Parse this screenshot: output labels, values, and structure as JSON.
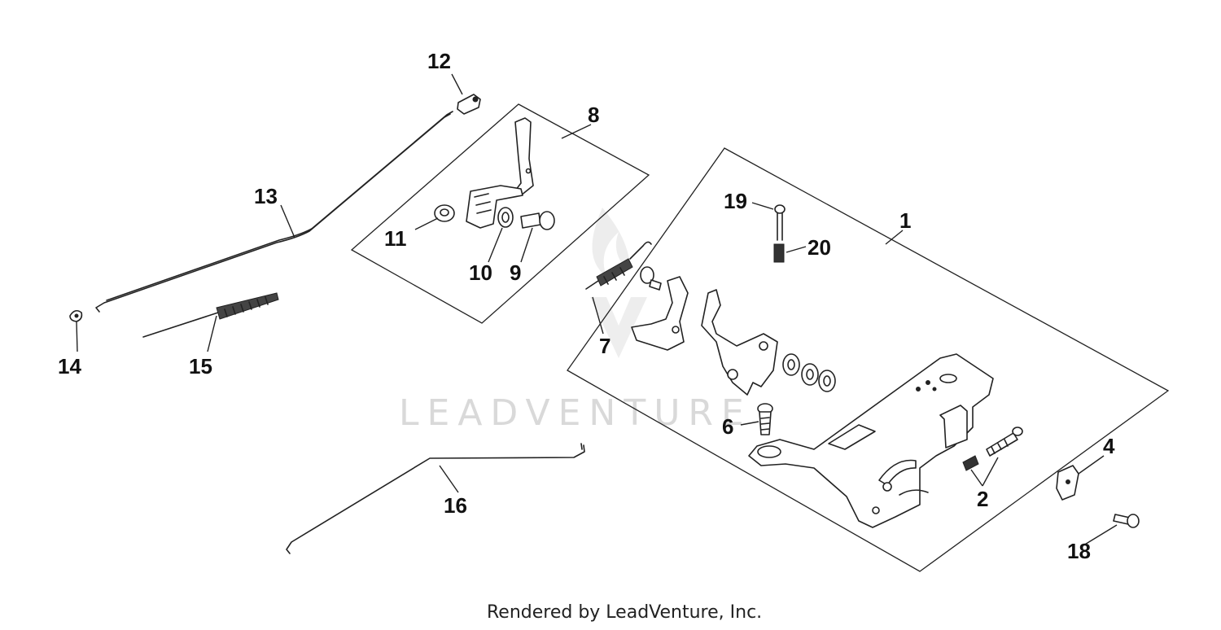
{
  "callouts": {
    "c1": "1",
    "c2": "2",
    "c4": "4",
    "c6": "6",
    "c7": "7",
    "c8": "8",
    "c9": "9",
    "c10": "10",
    "c11": "11",
    "c12": "12",
    "c13": "13",
    "c14": "14",
    "c15": "15",
    "c16": "16",
    "c18": "18",
    "c19": "19",
    "c20": "20"
  },
  "watermark": "LEADVENTURE",
  "credit": "Rendered by LeadVenture, Inc."
}
